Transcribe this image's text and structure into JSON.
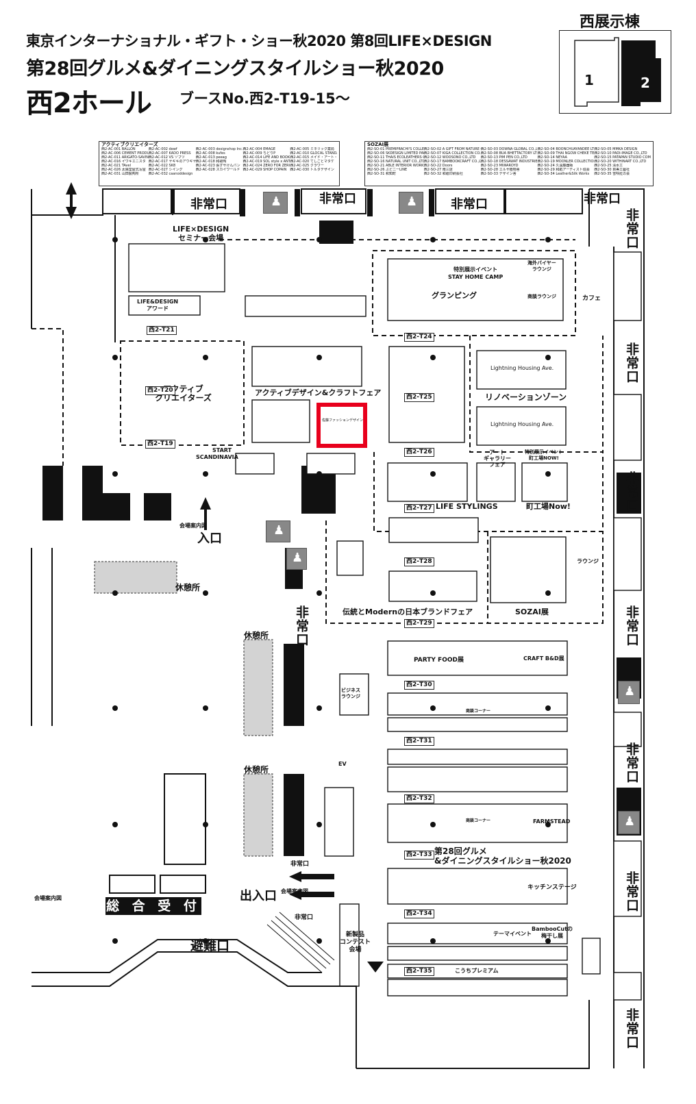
{
  "header": {
    "line1": "東京インターナショナル・ギフト・ショー秋2020 第8回LIFE×DESIGN",
    "line2": "第28回グルメ&ダイニングスタイルショー秋2020",
    "hall": "西2ホール",
    "booth": "ブースNo.西2-T19-15〜"
  },
  "key_map": {
    "title": "西展示棟",
    "hall1": "1",
    "hall2": "2"
  },
  "legends": {
    "active_creators": {
      "title": "アクティブクリエイターズ",
      "entries": [
        "西2-AC-001 BALLON",
        "西2-AC-002 dewf",
        "西2-AC-003 designshop Inc.",
        "西2-AC-004 EMAGE",
        "西2-AC-005 ミネリック薬局",
        "西2-AC-006 CEMENT PRODUCE DESIGN",
        "西2-AC-007 KADO PRESS",
        "西2-AC-008 kufes",
        "西2-AC-009 ちどりP",
        "西2-AC-010 GLOCAL STANDARD PRODUCTS",
        "西2-AC-011 ARIGATO-SAVING",
        "西2-AC-012 VS ゾブツ",
        "西2-AC-013 peeag",
        "西2-AC-014 LIFE AND BOOKS",
        "西2-AC-015 メイド・アート・エス・エー",
        "西2-AC-016 イワキエニスタ",
        "西2-AC-017 ヤギキのアウギヤリー 七宝社",
        "西2-AC-018 和歌陶",
        "西2-AC-019 SOL style x ANTINEE",
        "西2-AC-020 てしごとマタケ",
        "西2-AC-021 TAvel",
        "西2-AC-022 SK8",
        "西2-AC-023 張ずサけんパン",
        "西2-AC-024 ZERO FOR ZERO",
        "西2-AC-025 クラワー",
        "西2-AC-026 太陽堂屋式写屋",
        "西2-AC-027 シイング",
        "西2-AC-028 スカイワールド",
        "西2-AC-029 SHOP COPAIN",
        "西2-AC-030 トルタデザイン",
        "西2-AC-031 山田製陶所",
        "西2-AC-032 caanoddesign"
      ]
    },
    "sozai": {
      "title": "SOZAI展",
      "entries": [
        "西2-SO-01 PREMIPRACHI'S COLLECTION CO.,LTD",
        "西2-SO-02 A GIFT FROM NATURE CO.,LTD",
        "西2-SO-03 DOWNA GLOBAL CO.,LTD",
        "西2-SO-04 BOONCHUAYANDEE LTD. PART",
        "西2-SO-05 MMKA DESIGN",
        "西2-SO-06 SKDESIGN LIMITED PARTNERSHIP",
        "西2-SO-07 KIGA COLLECTION CO.,LTD",
        "西2-SO-08 BUA BHETTACTORY LTD. PART",
        "西2-SO-09 THAI NGOW CHEKE TEXTILE CO.,LTD",
        "西2-SO-10 PADI-IMAGE CO.,LTD",
        "西2-SO-11 THAIS ECOLEATHERS CO.,LTD",
        "西2-SO-12 WOOSONO CO.,LTD",
        "西2-SO-13 PIM PEN CO.,LTD",
        "西2-SO-14 NEYAA",
        "西2-SO-15 PATAPAN STUDIO COMPANY LIMITED",
        "西2-SO-16 NATURAL UNIT CO.,LTD",
        "西2-SO-17 BAMBOOKCRAFT CO.,LTD",
        "西2-SO-18 DESSAWAT INDUSTRIES CO.,LTD",
        "西2-SO-19 MOONLER COLLECTION CO.,LTD",
        "西2-SO-20 WITHINART CO.,LTD",
        "西2-SO-21 ABLE INTERIOR WORKSHOP CO.,LTD",
        "西2-SO-22 Doors",
        "西2-SO-23 MIWAROYD",
        "西2-SO-24 久遠藤器販",
        "西2-SO-25 清水工",
        "西2-SO-26 ぶど二ーLINE",
        "西2-SO-27 南三店",
        "西2-SO-28 エルサ植物舎",
        "西2-SO-29 和紙アーティスト協会",
        "西2-SO-30 目美工藝社",
        "西2-SO-31 和知町",
        "西2-SO-32 和紙印刷会社",
        "西2-SO-33 デザイン舎",
        "西2-SO-34 Leather&Silk Works",
        "西2-SO-35 雪咲紅の会"
      ]
    }
  },
  "exits": {
    "emergency": "非常口",
    "entrance": "入口",
    "entrance_exit": "出入口",
    "evacuation": "避難口"
  },
  "facilities": {
    "seminar": "LIFE×DESIGN\nセミナー会場",
    "life_design_award": "LIFE&DESIGN\nアワード",
    "cafe": "カフェ",
    "rest_area": "休憩所",
    "venue_guide": "会場案内図",
    "reception": "総 合 受 付",
    "business_lounge": "ビジネス\nラウンジ",
    "new_product_contest": "新製品\nコンテスト\n会場",
    "lounge": "ラウンジ",
    "start": "START",
    "scandinavia": "SCANDINAVIA",
    "ev": "EV",
    "kitchen_stage": "キッチンステージ"
  },
  "zones": {
    "active_creators": "アクティブ\nクリエイターズ",
    "active_design_craft": "アクティブデザイン&クラフトフェア",
    "glamping": "グランピング",
    "special_event": "特別展示イベント\nSTAY HOME CAMP",
    "overseas_buyer": "海外バイヤー\nラウンジ",
    "business_lounge": "商談ラウンジ",
    "renovation": "リノベーションゾーン",
    "lightning1": "Lightning Housing Ave.",
    "lightning2": "Lightning Housing Ave.",
    "life_stylings": "LIFE STYLINGS",
    "art_gallery": "アート\nギャラリー\nフェア",
    "machikouba_event": "特別展示イベント\n町工場NOW!",
    "machikouba": "町工場Now!",
    "traditional": "伝統とModernの日本ブランドフェア",
    "sozai": "SOZAI展",
    "party_food": "PARTY FOOD展",
    "craft_bd": "CRAFT B&D展",
    "gourmet_show": "第28回グルメ\n&ダイニングスタイルショー秋2020",
    "farmstead": "FARMSTEAD",
    "kochi_premium": "こうちプレミアム",
    "bamboocut": "BambooCutの\n梅干し展",
    "theme_event": "テーマイベント",
    "shodan_corner": "商談コーナー"
  },
  "aisles": [
    "西2-T21",
    "西2-T20",
    "西2-T19",
    "西2-T24",
    "西2-T25",
    "西2-T26",
    "西2-T27",
    "西2-T28",
    "西2-T29",
    "西2-T30",
    "西2-T31",
    "西2-T32",
    "西2-T33",
    "西2-T34",
    "西2-T35"
  ],
  "highlight": {
    "booth_label": "佐藤ファッションデザイン",
    "color": "#e8001c"
  }
}
